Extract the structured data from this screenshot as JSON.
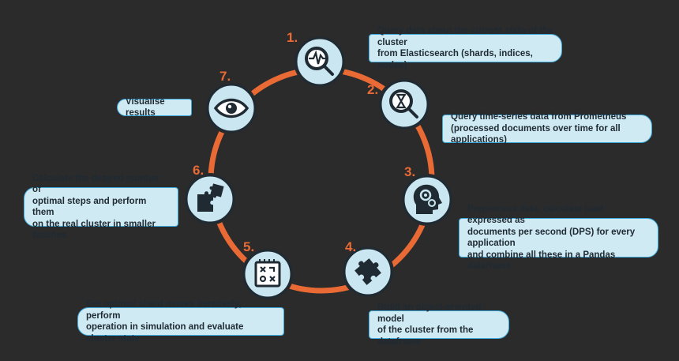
{
  "steps": [
    {
      "number": "1.",
      "icon": "magnifier-pulse-icon",
      "text": "Query data about the current state of the cluster\nfrom Elasticsearch (shards, indices, nodes)"
    },
    {
      "number": "2.",
      "icon": "magnifier-hourglass-icon",
      "text": "Query time-series data from Prometheus\n(processed documents over time for all applications)"
    },
    {
      "number": "3.",
      "icon": "head-gears-icon",
      "text": "Preprocess data, calculate load expressed as\ndocuments per second (DPS) for every application\nand combine all these in a Pandas dataframe"
    },
    {
      "number": "4.",
      "icon": "puzzle-piece-icon",
      "text": "Build an object-oriented model\nof the cluster from the dataframe"
    },
    {
      "number": "5.",
      "icon": "strategy-board-icon",
      "text": "Get optimal shard moves iteratively, perform\noperation in simulation and evaluate cluster state"
    },
    {
      "number": "6.",
      "icon": "puzzle-assemble-icon",
      "text": "Calculate the desired number of\noptimal steps and perform them\non the real cluster in smaller batches"
    },
    {
      "number": "7.",
      "icon": "eye-icon",
      "text": "Visualise results"
    }
  ],
  "colors": {
    "background": "#2b2b2b",
    "ring": "#ea6a35",
    "number": "#ea6a35",
    "icon_fill": "#c9e6f1",
    "icon_border": "#2b2b2b",
    "box_fill": "#cfeaf3",
    "box_border": "#3ba9dc",
    "text": "#1f2a33"
  }
}
